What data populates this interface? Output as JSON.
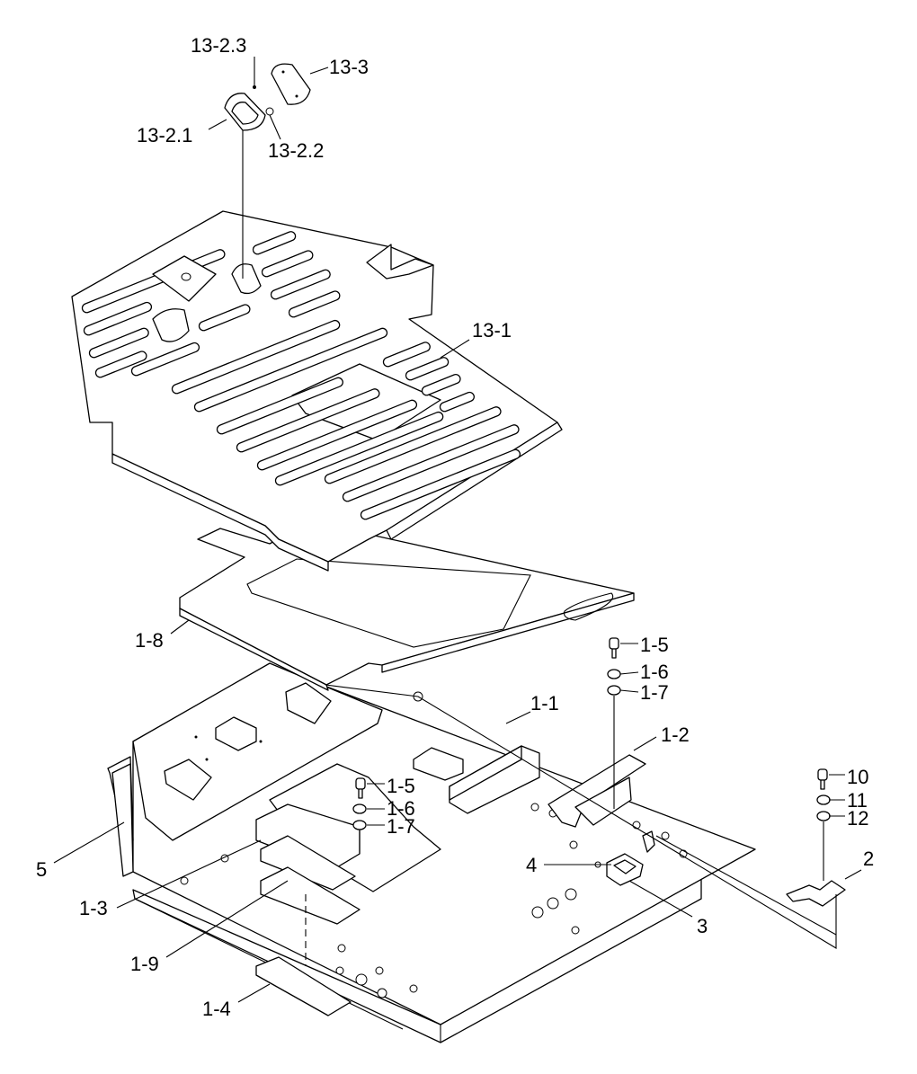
{
  "diagram": {
    "labels": [
      {
        "id": "13-2.3",
        "text": "13-2.3"
      },
      {
        "id": "13-3",
        "text": "13-3"
      },
      {
        "id": "13-2.1",
        "text": "13-2.1"
      },
      {
        "id": "13-2.2",
        "text": "13-2.2"
      },
      {
        "id": "13-1",
        "text": "13-1"
      },
      {
        "id": "1-8",
        "text": "1-8"
      },
      {
        "id": "1-5a",
        "text": "1-5"
      },
      {
        "id": "1-6a",
        "text": "1-6"
      },
      {
        "id": "1-7a",
        "text": "1-7"
      },
      {
        "id": "1-1",
        "text": "1-1"
      },
      {
        "id": "1-2",
        "text": "1-2"
      },
      {
        "id": "1-5b",
        "text": "1-5"
      },
      {
        "id": "1-6b",
        "text": "1-6"
      },
      {
        "id": "1-7b",
        "text": "1-7"
      },
      {
        "id": "10",
        "text": "10"
      },
      {
        "id": "11",
        "text": "11"
      },
      {
        "id": "12",
        "text": "12"
      },
      {
        "id": "2",
        "text": "2"
      },
      {
        "id": "4",
        "text": "4"
      },
      {
        "id": "3",
        "text": "3"
      },
      {
        "id": "5",
        "text": "5"
      },
      {
        "id": "1-3",
        "text": "1-3"
      },
      {
        "id": "1-9",
        "text": "1-9"
      },
      {
        "id": "1-4",
        "text": "1-4"
      }
    ]
  }
}
